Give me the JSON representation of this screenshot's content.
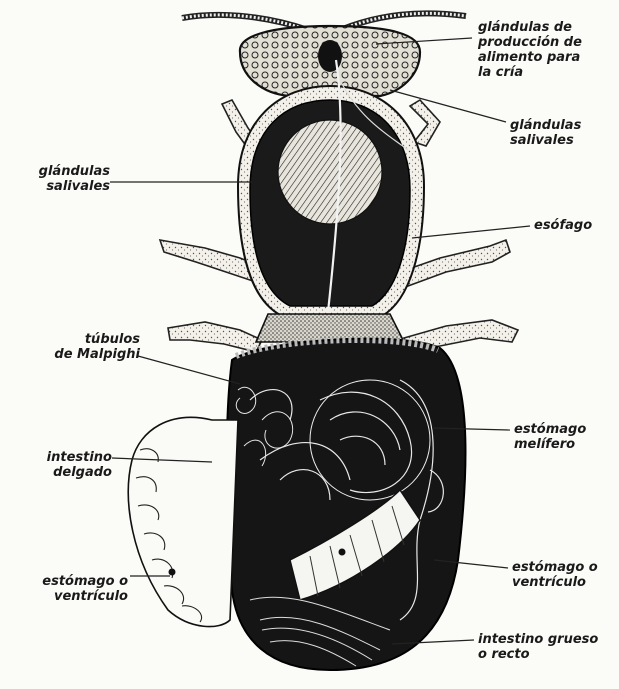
{
  "labels": {
    "food_glands": [
      "glándulas de",
      "producción de",
      "alimento para",
      "la cría"
    ],
    "salivary_right": [
      "glándulas",
      "salivales"
    ],
    "salivary_left": [
      "glándulas",
      "salivales"
    ],
    "esophagus": [
      "esófago"
    ],
    "malpighian": [
      "túbulos",
      "de Malpighi"
    ],
    "honey_stomach": [
      "estómago",
      "melífero"
    ],
    "small_intestine": [
      "intestino",
      "delgado"
    ],
    "ventriculus_left": [
      "estómago o",
      "ventrículo"
    ],
    "ventriculus_right": [
      "estómago o",
      "ventrículo"
    ],
    "large_intestine": [
      "intestino grueso",
      "o recto"
    ]
  }
}
